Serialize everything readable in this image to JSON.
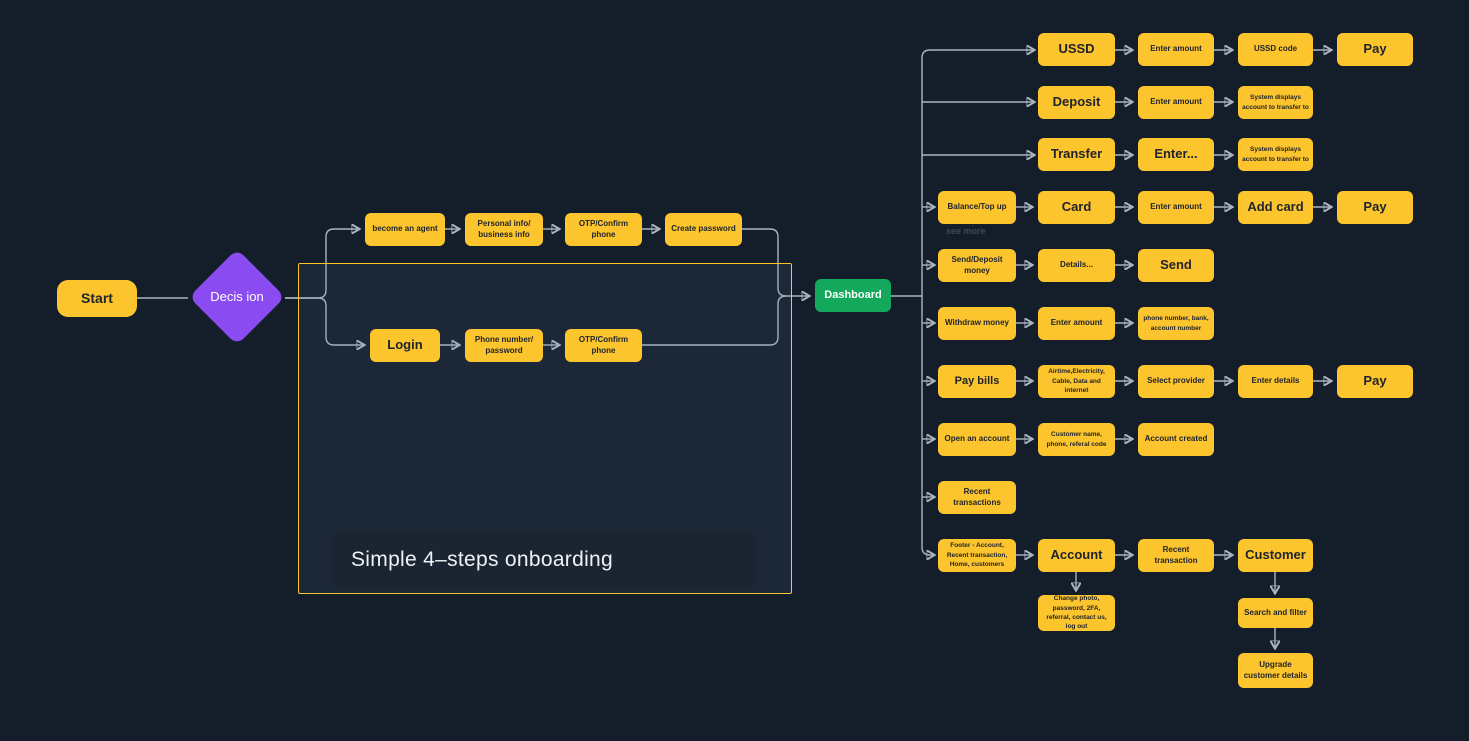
{
  "palette": {
    "bg": "#141e2b",
    "yellow": "#fcc42d",
    "purple": "#8a4cf0",
    "green": "#14a85c",
    "wire": "#aab4bf",
    "ink": "#20242c",
    "panel": "#1b2531"
  },
  "flow": {
    "start": "Start",
    "decision": "Decis ion",
    "dashboard": "Dashboard",
    "frame_label": "Simple 4–steps onboarding",
    "note": "see more",
    "agent_path": [
      "become an agent",
      "Personal info/ business info",
      "OTP/Confirm phone",
      "Create password"
    ],
    "login_path": [
      "Login",
      "Phone number/ password",
      "OTP/Confirm phone"
    ],
    "feature_rows": [
      {
        "cells": [
          "USSD",
          "Enter amount",
          "USSD code",
          "Pay"
        ]
      },
      {
        "cells": [
          "Deposit",
          "Enter amount",
          "System displays account to transfer to"
        ]
      },
      {
        "cells": [
          "Transfer",
          "Enter...",
          "System displays account to transfer to"
        ]
      },
      {
        "cells": [
          "Balance/Top up",
          "Card",
          "Enter amount",
          "Add card",
          "Pay"
        ]
      },
      {
        "cells": [
          "Send/Deposit money",
          "Details...",
          "Send"
        ]
      },
      {
        "cells": [
          "Withdraw money",
          "Enter amount",
          "phone number, bank, account number"
        ]
      },
      {
        "cells": [
          "Pay bills",
          "Airtime,Electricity, Cable, Data and internet",
          "Select provider",
          "Enter details",
          "Pay"
        ]
      },
      {
        "cells": [
          "Open an account",
          "Customer name, phone, referal code",
          "Account created"
        ]
      },
      {
        "cells": [
          "Recent transactions"
        ]
      },
      {
        "cells": [
          "Footer - Account, Recent transaction, Home, customers",
          "Account",
          "Recent transaction",
          "Customer"
        ]
      }
    ],
    "account_details": "Change photo, password, 2FA, referral, contact us, log out",
    "customer_steps": [
      "Search and filter",
      "Upgrade customer details"
    ]
  }
}
